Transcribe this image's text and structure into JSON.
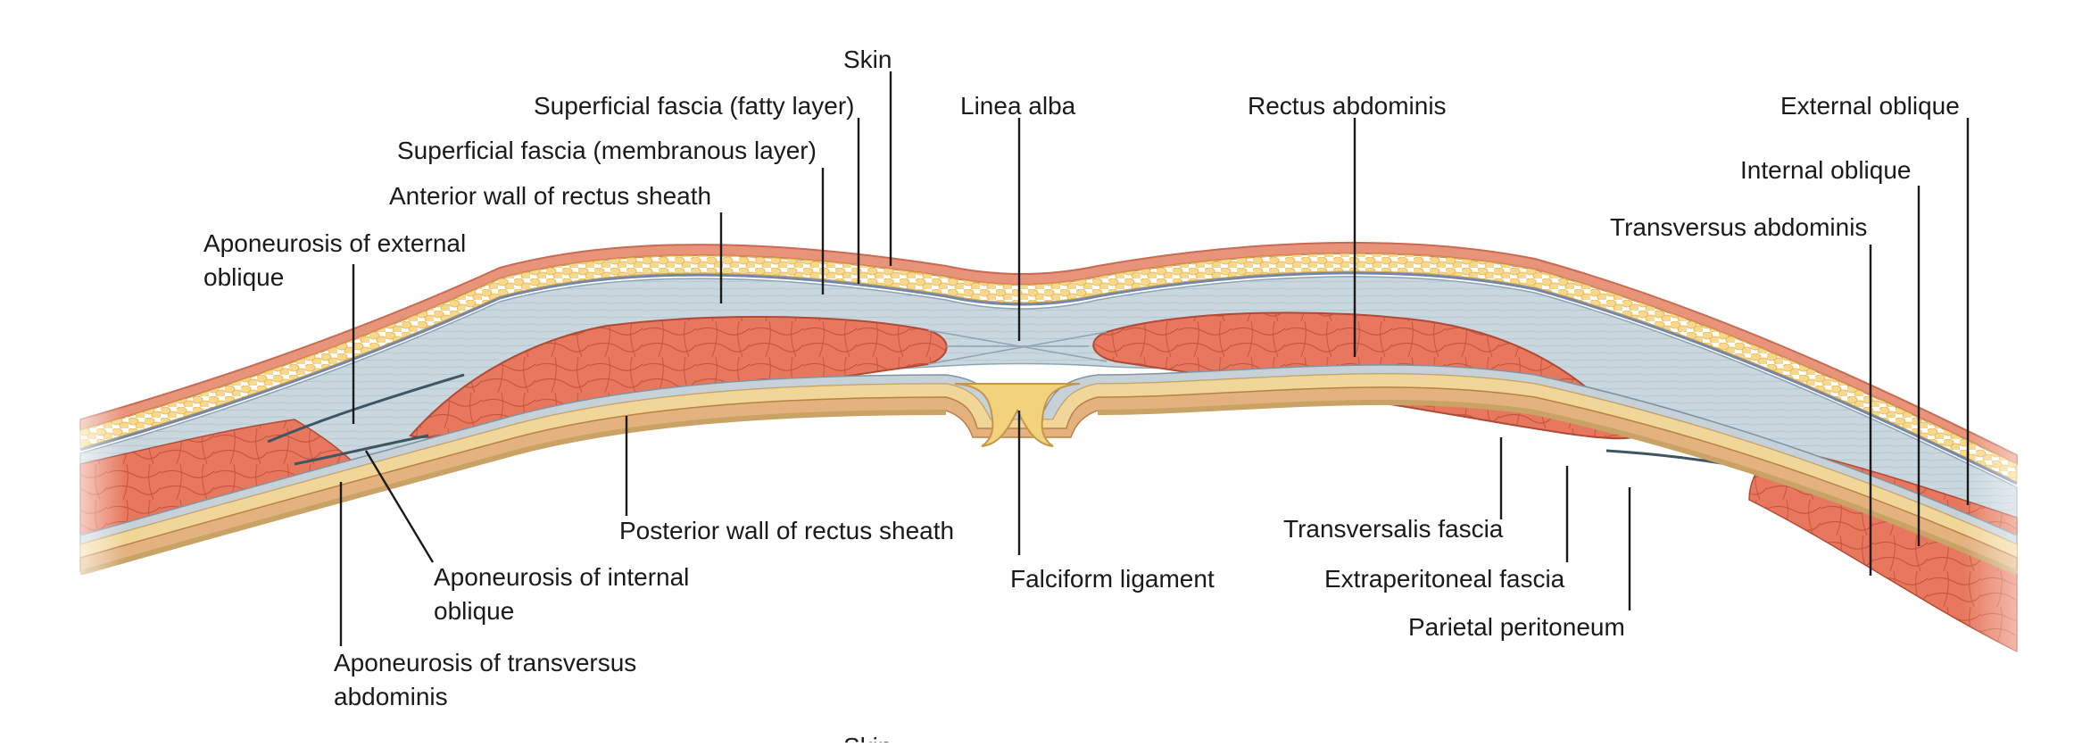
{
  "labels": {
    "skin": "Skin",
    "superficial_fascia_fatty": "Superficial fascia (fatty layer)",
    "superficial_fascia_membranous": "Superficial fascia (membranous layer)",
    "anterior_wall_rectus_sheath": "Anterior wall of rectus sheath",
    "aponeurosis_external_oblique_1": "Aponeurosis of external",
    "aponeurosis_external_oblique_2": "oblique",
    "linea_alba": "Linea alba",
    "rectus_abdominis": "Rectus abdominis",
    "external_oblique": "External oblique",
    "internal_oblique": "Internal oblique",
    "transversus_abdominis": "Transversus abdominis",
    "posterior_wall_rectus_sheath": "Posterior wall of rectus sheath",
    "aponeurosis_internal_oblique_1": "Aponeurosis of internal",
    "aponeurosis_internal_oblique_2": "oblique",
    "aponeurosis_transversus_1": "Aponeurosis of transversus",
    "aponeurosis_transversus_2": "abdominis",
    "falciform_ligament": "Falciform ligament",
    "transversalis_fascia": "Transversalis fascia",
    "extraperitoneal_fascia": "Extraperitoneal fascia",
    "parietal_peritoneum": "Parietal peritoneum",
    "skin_cropped": "Skin"
  },
  "colors": {
    "skin": "#e8947a",
    "fat": "#f4cc6a",
    "fascia": "#c9d7df",
    "muscle": "#e5735a",
    "peritoneum": "#e3b27e",
    "ligament": "#f3d27d",
    "membrane_line": "#7587a6"
  }
}
